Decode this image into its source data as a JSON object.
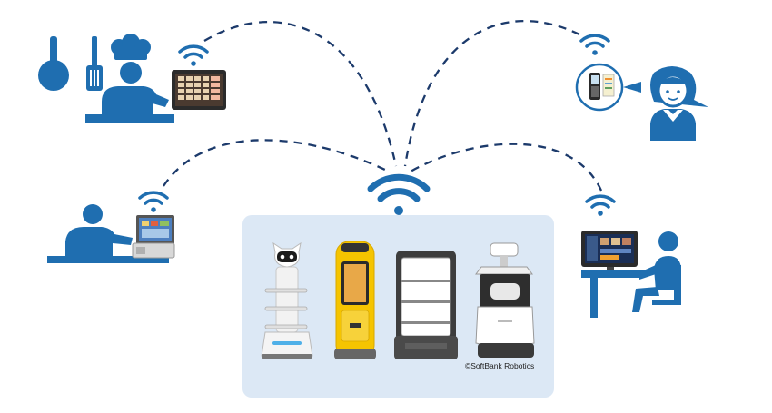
{
  "credit": "©SoftBank Robotics",
  "colors": {
    "primary_blue": "#1f6eb0",
    "dash_navy": "#1c3a6b",
    "robot_panel": "#dce8f5",
    "robot_yellow": "#f5c400",
    "robot_white": "#f4f4f4",
    "robot_dark": "#3a3a3a"
  },
  "nodes": [
    {
      "role": "kitchen-cook",
      "icons": [
        "frying-pan-icon",
        "spatula-icon",
        "chef-hat-icon",
        "cook-figure-icon",
        "wifi-icon",
        "kitchen-display-tablet-icon"
      ]
    },
    {
      "role": "cashier",
      "icons": [
        "cashier-figure-icon",
        "wifi-icon",
        "pos-terminal-icon"
      ]
    },
    {
      "role": "waitress-handheld",
      "icons": [
        "wifi-icon",
        "handheld-order-device-icon",
        "waitress-figure-icon"
      ]
    },
    {
      "role": "seated-customer",
      "icons": [
        "wifi-icon",
        "table-order-tablet-icon",
        "seated-customer-figure-icon"
      ]
    },
    {
      "role": "central-hub",
      "icons": [
        "wifi-icon"
      ]
    }
  ],
  "robots": [
    {
      "name": "cat-serving-robot"
    },
    {
      "name": "yellow-delivery-robot"
    },
    {
      "name": "shelf-delivery-robot"
    },
    {
      "name": "dark-serving-robot"
    }
  ]
}
